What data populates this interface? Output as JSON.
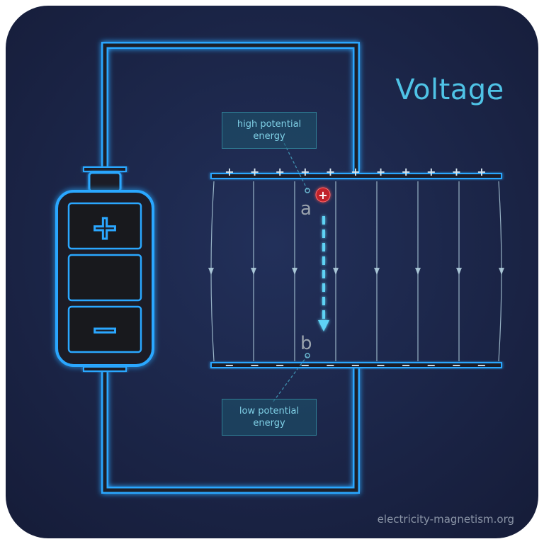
{
  "title": "Voltage",
  "labels": {
    "high": "high potential energy",
    "low": "low potential energy",
    "point_a": "a",
    "point_b": "b"
  },
  "battery": {
    "positive_symbol": "+",
    "negative_symbol": "−"
  },
  "plates": {
    "top_sign": "+",
    "bottom_sign": "−",
    "charge_count": 11
  },
  "charge": {
    "symbol": "+"
  },
  "credit": "electricity-magnetism.org",
  "colors": {
    "background": "#1b2446",
    "glow": "#2aa7ff",
    "wire_core": "#1c1f28",
    "title": "#4fc3e6",
    "label_text": "#7fd0e6",
    "field_line": "#b7d6e4",
    "charge": "#c0242b",
    "arrow": "#5fd3f5"
  }
}
